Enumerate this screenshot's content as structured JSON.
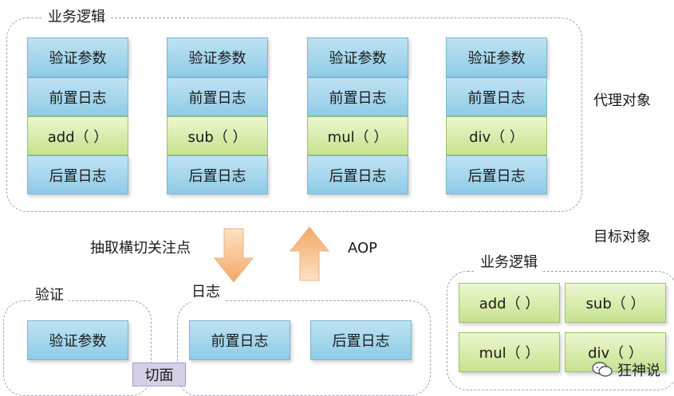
{
  "business_logic": {
    "title": "业务逻辑",
    "columns": [
      {
        "top": "验证参数",
        "pre_log": "前置日志",
        "method": "add（ ）",
        "post_log": "后置日志"
      },
      {
        "top": "验证参数",
        "pre_log": "前置日志",
        "method": "sub（ ）",
        "post_log": "后置日志"
      },
      {
        "top": "验证参数",
        "pre_log": "前置日志",
        "method": "mul（ ）",
        "post_log": "后置日志"
      },
      {
        "top": "验证参数",
        "pre_log": "前置日志",
        "method": "div（ ）",
        "post_log": "后置日志"
      }
    ]
  },
  "proxy_object_label": "代理对象",
  "target_object_label": "目标对象",
  "extract_label": "抽取横切关注点",
  "aop_label": "AOP",
  "validation": {
    "title": "验证",
    "item": "验证参数"
  },
  "log": {
    "title": "日志",
    "pre": "前置日志",
    "post": "后置日志"
  },
  "aspect_label": "切面",
  "target_logic": {
    "title": "业务逻辑",
    "methods": [
      "add（ ）",
      "sub（ ）",
      "mul（ ）",
      "div（ ）"
    ]
  },
  "watermark": "狂神说",
  "colors": {
    "box_blue": "#a8d8ee",
    "box_green": "#d5eaa8",
    "arrow": "#f6b57a",
    "aspect": "#d7cfe6"
  }
}
